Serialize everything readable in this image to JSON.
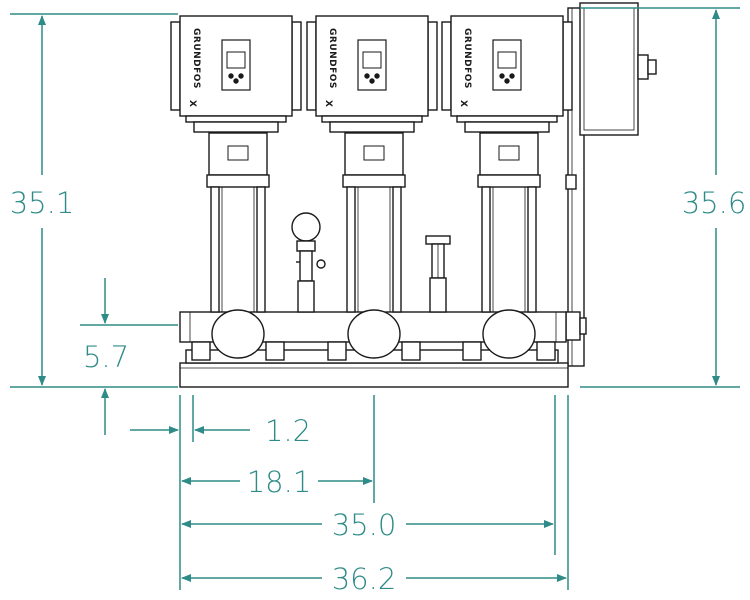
{
  "colors": {
    "dimension": "#2e8b87",
    "linework": "#1a1a1a",
    "fill": "#ffffff",
    "background": "#ffffff"
  },
  "dimensions": {
    "left_height": "35.1",
    "right_height": "35.6",
    "base_height": "5.7",
    "offset_small": "1.2",
    "center_width": "18.1",
    "inner_width": "35.0",
    "overall_width": "36.2"
  },
  "pumps": {
    "count": 3,
    "brand": "GRUNDFOS",
    "logo_mark": "X"
  },
  "icons": [
    "pump-motor-icon",
    "control-panel-icon",
    "pressure-gauge-icon",
    "valve-icon"
  ]
}
